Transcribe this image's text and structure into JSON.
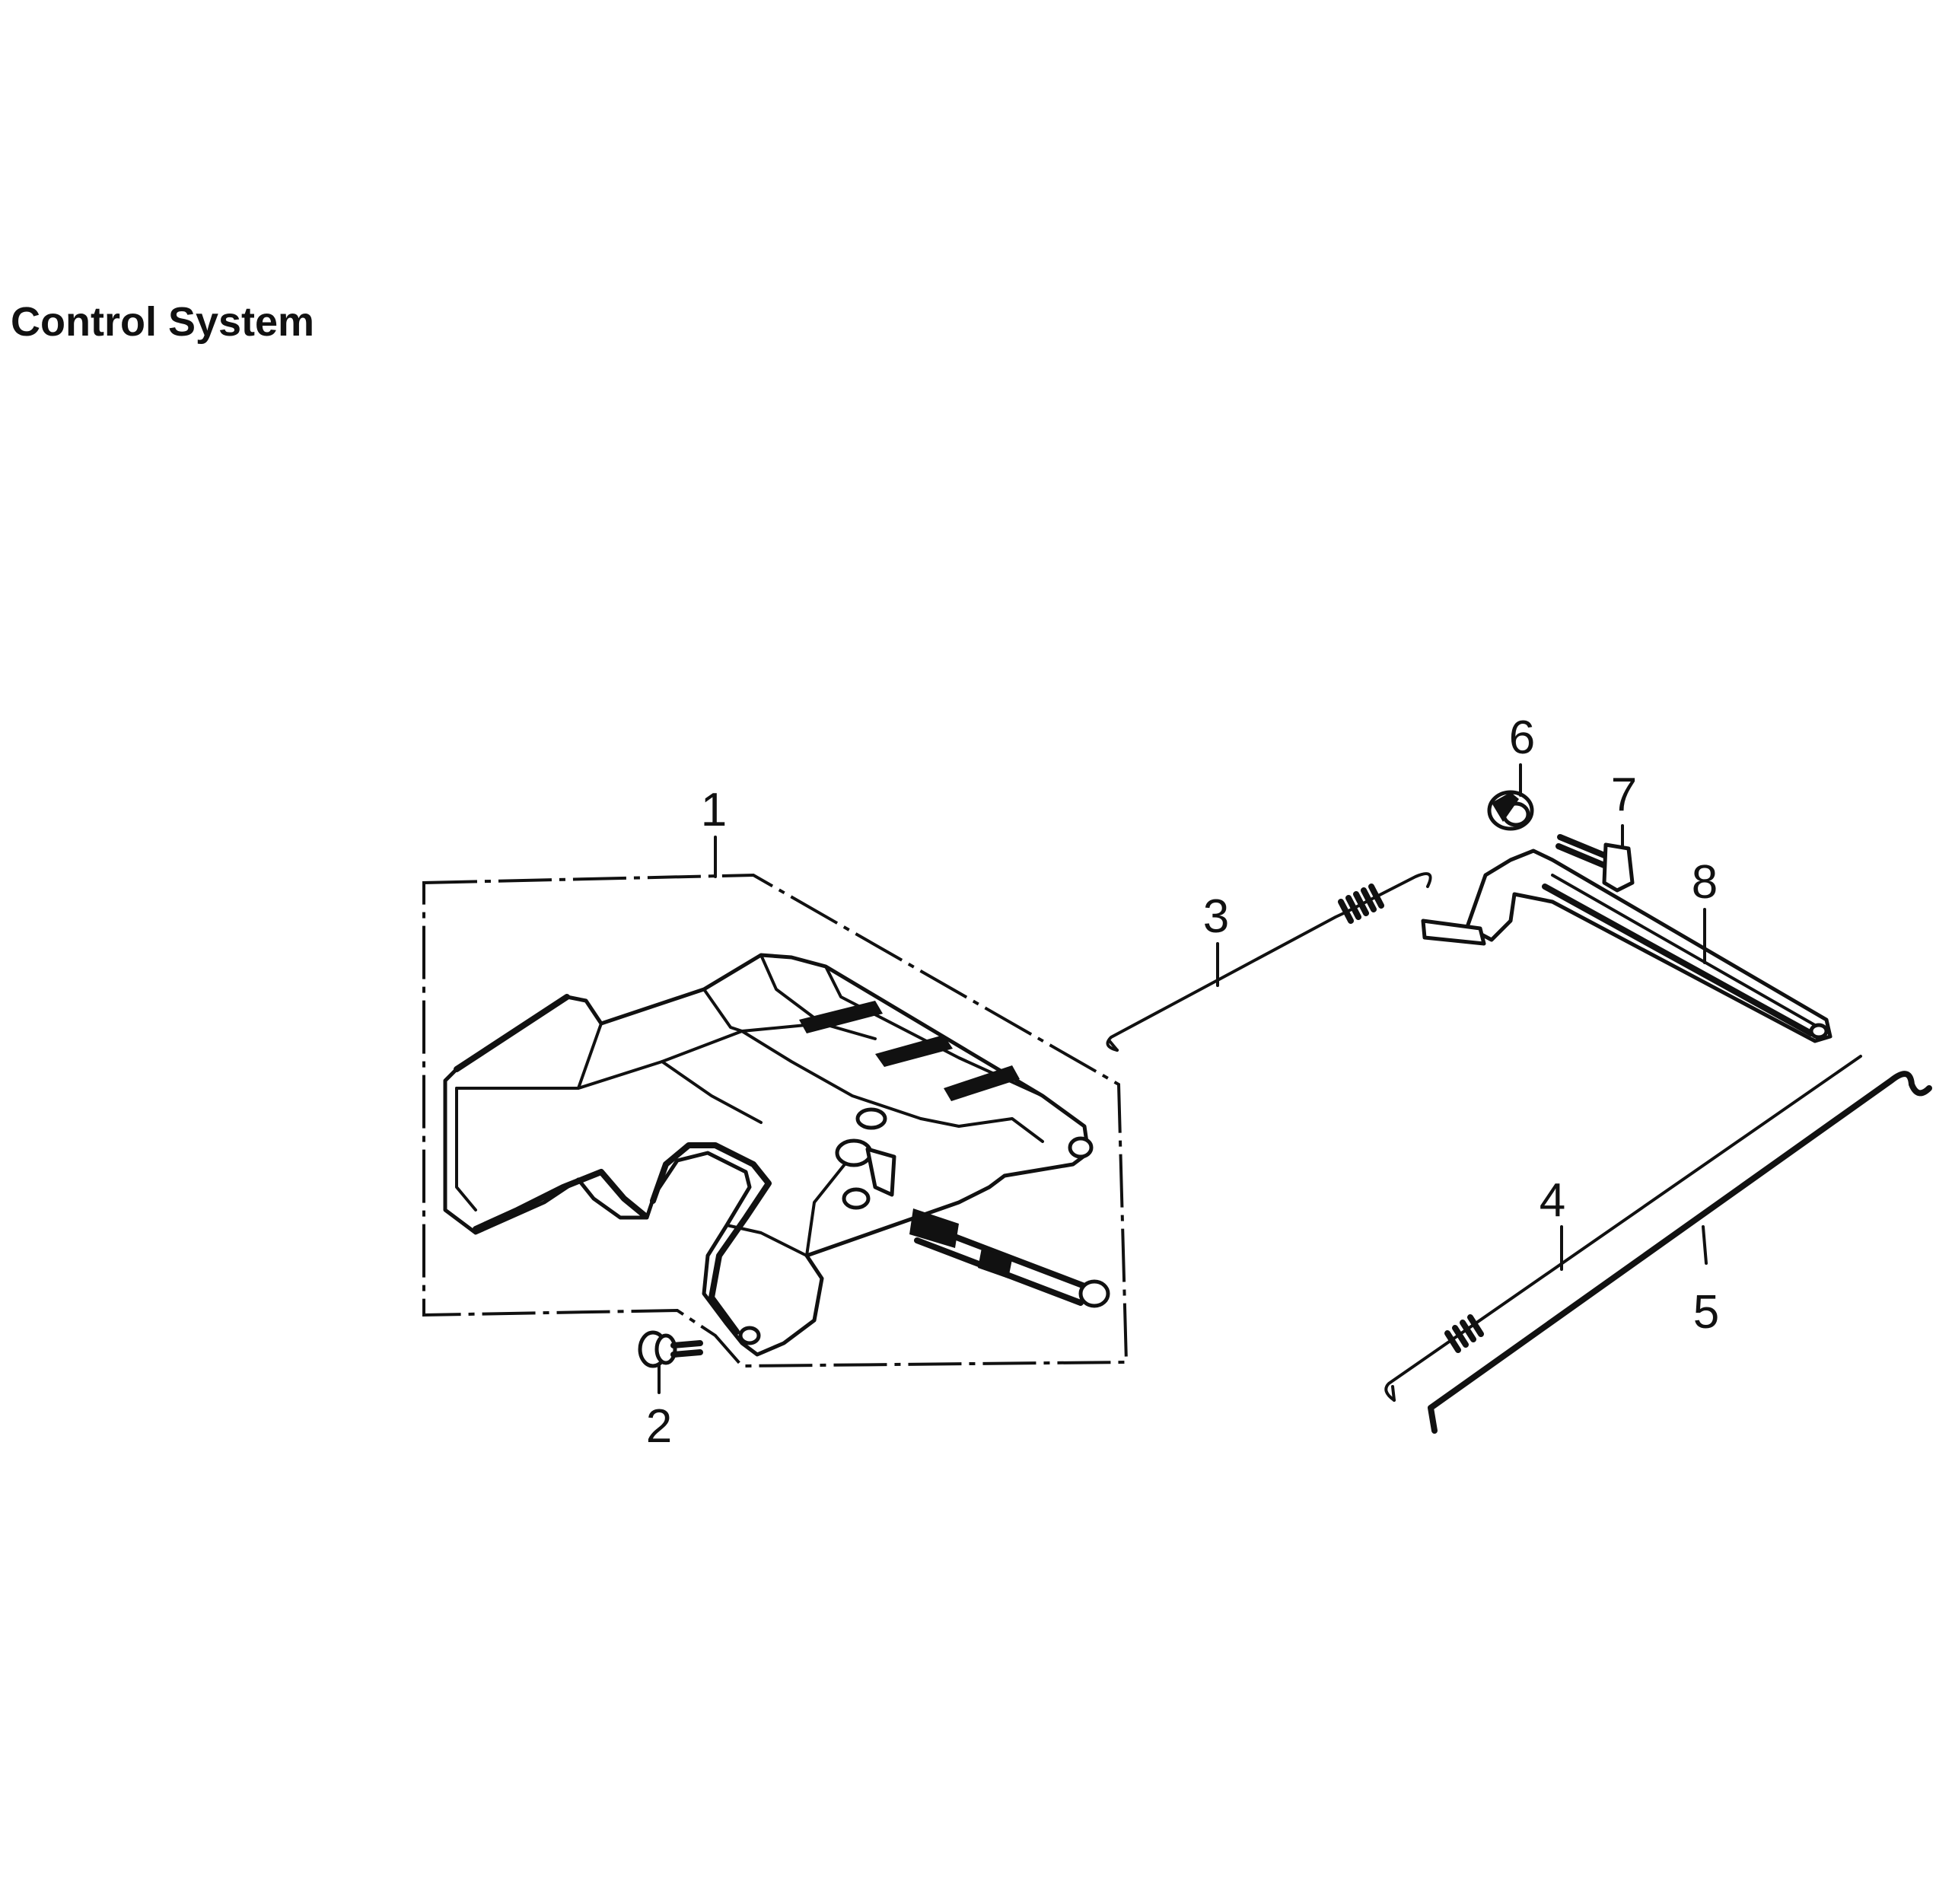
{
  "title": "Control System",
  "callouts": [
    "1",
    "2",
    "3",
    "4",
    "5",
    "6",
    "7",
    "8"
  ],
  "icons": {
    "part_1": "control-cover-icon",
    "part_2": "flange-bolt-icon",
    "part_3": "spring-rod-icon",
    "part_4": "throttle-spring-rod-icon",
    "part_5": "governor-rod-icon",
    "part_6": "flange-nut-icon",
    "part_7": "lever-bolt-icon",
    "part_8": "governor-arm-icon"
  },
  "colors": {
    "ink": "#111111",
    "paper": "#ffffff"
  }
}
